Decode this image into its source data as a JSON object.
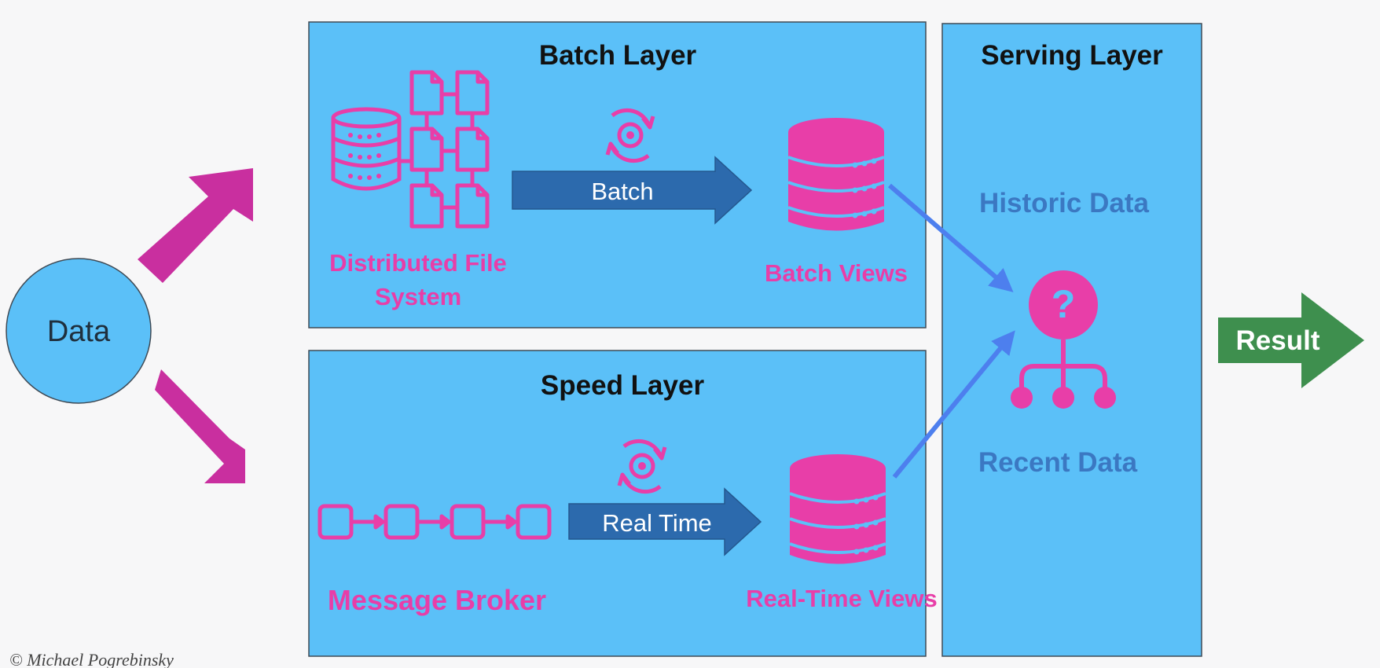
{
  "colors": {
    "background": "#f7f7f8",
    "panel": "#5bc0f8",
    "panel_border": "#3f4a55",
    "magenta": "#e83ea8",
    "magenta_arrow": "#c92f9f",
    "dark_blue_arrow": "#2c6aad",
    "connector_blue": "#4d7fee",
    "result_green": "#3e8f4e",
    "muted_blue_text": "#3b78c2"
  },
  "data_node": {
    "label": "Data"
  },
  "batch_layer": {
    "title": "Batch Layer",
    "source_label_line1": "Distributed File",
    "source_label_line2": "System",
    "process_arrow_label": "Batch",
    "views_label": "Batch Views"
  },
  "speed_layer": {
    "title": "Speed Layer",
    "source_label": "Message Broker",
    "process_arrow_label": "Real Time",
    "views_label": "Real-Time Views"
  },
  "serving_layer": {
    "title": "Serving Layer",
    "historic_label": "Historic Data",
    "recent_label": "Recent Data"
  },
  "result": {
    "label": "Result"
  },
  "credit": "© Michael Pogrebinsky"
}
